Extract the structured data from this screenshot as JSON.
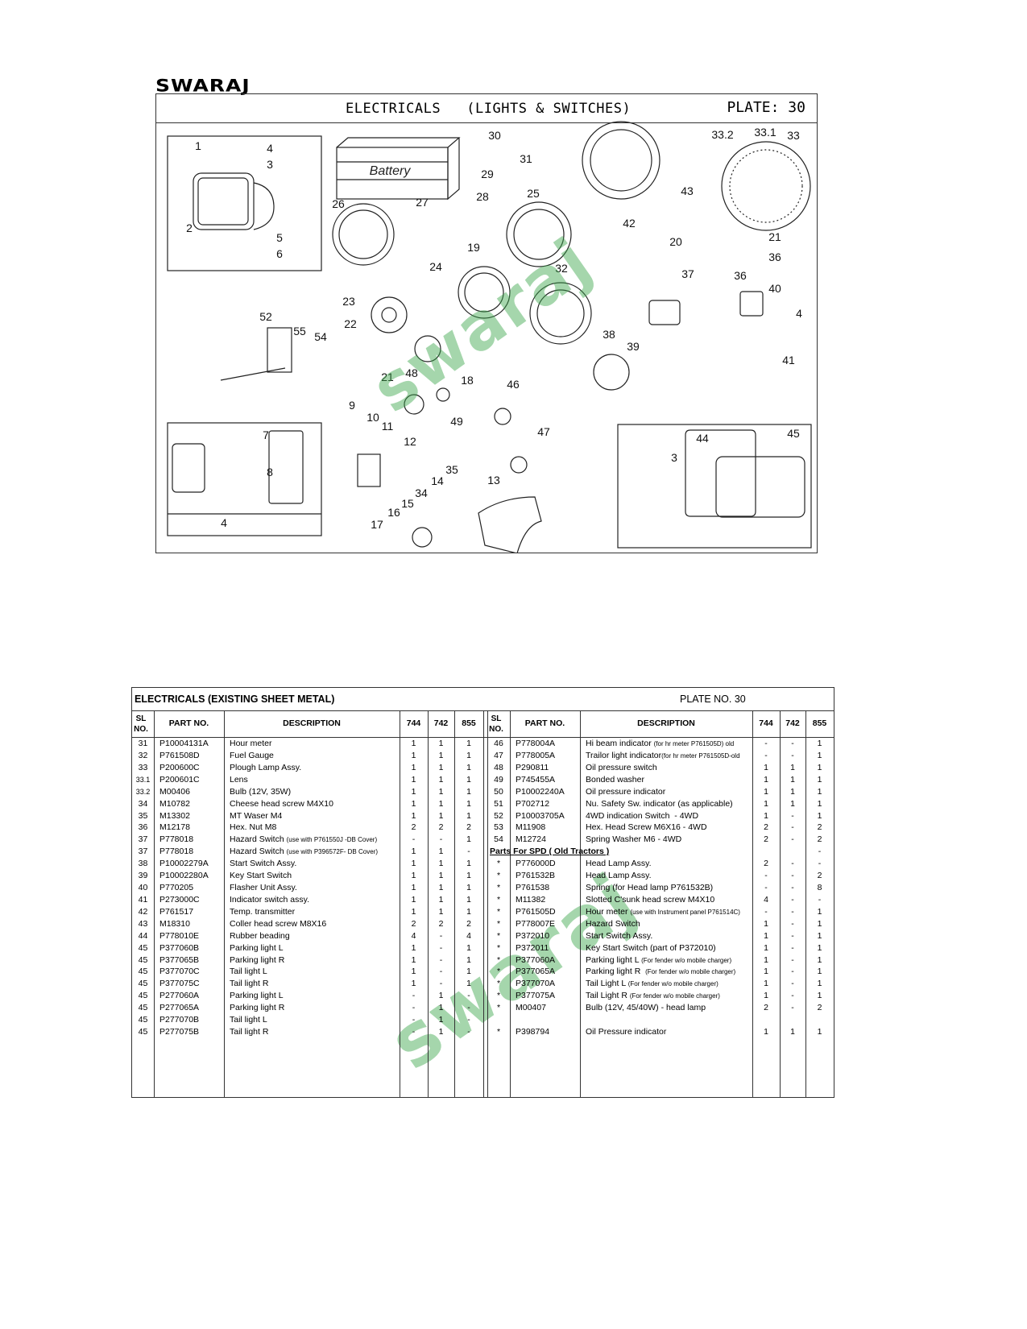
{
  "logo": "SWARAJ",
  "plate": {
    "title": "ELECTRICALS   (LIGHTS & SWITCHES)",
    "plate_label": "PLATE: 30",
    "battery_label": "Battery",
    "watermark": "swaraj",
    "callouts": [
      "1",
      "4",
      "3",
      "2",
      "5",
      "6",
      "30",
      "29",
      "28",
      "27",
      "26",
      "31",
      "25",
      "33.2",
      "33.1",
      "33",
      "43",
      "42",
      "20",
      "21",
      "36",
      "36",
      "37",
      "40",
      "4",
      "41",
      "24",
      "19",
      "32",
      "23",
      "52",
      "55",
      "54",
      "22",
      "21",
      "48",
      "18",
      "38",
      "39",
      "46",
      "49",
      "9",
      "10",
      "11",
      "12",
      "7",
      "8",
      "4",
      "35",
      "14",
      "34",
      "15",
      "16",
      "17",
      "13",
      "47",
      "44",
      "45",
      "3"
    ]
  },
  "table": {
    "title": "ELECTRICALS (EXISTING SHEET METAL)",
    "plate_no": "PLATE NO. 30",
    "watermark": "swaraj",
    "headers": {
      "sl": "SL NO.",
      "part": "PART NO.",
      "desc": "DESCRIPTION",
      "m1": "744",
      "m2": "742",
      "m3": "855"
    },
    "left_rows": [
      {
        "sl": "31",
        "part": "P10004131A",
        "desc": "Hour meter",
        "note": "",
        "q": [
          "1",
          "1",
          "1"
        ]
      },
      {
        "sl": "32",
        "part": "P761508D",
        "desc": "Fuel Gauge",
        "note": "",
        "q": [
          "1",
          "1",
          "1"
        ]
      },
      {
        "sl": "33",
        "part": "P200600C",
        "desc": "Plough Lamp Assy.",
        "note": "",
        "q": [
          "1",
          "1",
          "1"
        ]
      },
      {
        "sl": "33.1",
        "part": "P200601C",
        "desc": "Lens",
        "note": "",
        "q": [
          "1",
          "1",
          "1"
        ]
      },
      {
        "sl": "33.2",
        "part": "M00406",
        "desc": "Bulb (12V, 35W)",
        "note": "",
        "q": [
          "1",
          "1",
          "1"
        ]
      },
      {
        "sl": "34",
        "part": "M10782",
        "desc": "Cheese head screw M4X10",
        "note": "",
        "q": [
          "1",
          "1",
          "1"
        ]
      },
      {
        "sl": "35",
        "part": "M13302",
        "desc": "MT Waser M4",
        "note": "",
        "q": [
          "1",
          "1",
          "1"
        ]
      },
      {
        "sl": "36",
        "part": "M12178",
        "desc": "Hex. Nut M8",
        "note": "",
        "q": [
          "2",
          "2",
          "2"
        ]
      },
      {
        "sl": "37",
        "part": "P778018",
        "desc": "Hazard Switch ",
        "note": "(use with P761550J -DB Cover)",
        "q": [
          "-",
          "-",
          "1"
        ]
      },
      {
        "sl": "37",
        "part": "P778018",
        "desc": "Hazard Switch ",
        "note": "(use with P396572F- DB Cover)",
        "q": [
          "1",
          "1",
          "-"
        ]
      },
      {
        "sl": "38",
        "part": "P10002279A",
        "desc": "Start Switch Assy.",
        "note": "",
        "q": [
          "1",
          "1",
          "1"
        ]
      },
      {
        "sl": "39",
        "part": "P10002280A",
        "desc": "Key Start Switch",
        "note": "",
        "q": [
          "1",
          "1",
          "1"
        ]
      },
      {
        "sl": "40",
        "part": "P770205",
        "desc": "Flasher Unit Assy.",
        "note": "",
        "q": [
          "1",
          "1",
          "1"
        ]
      },
      {
        "sl": "41",
        "part": "P273000C",
        "desc": "Indicator switch assy.",
        "note": "",
        "q": [
          "1",
          "1",
          "1"
        ]
      },
      {
        "sl": "42",
        "part": "P761517",
        "desc": "Temp. transmitter",
        "note": "",
        "q": [
          "1",
          "1",
          "1"
        ]
      },
      {
        "sl": "43",
        "part": "M18310",
        "desc": "Coller head screw M8X16",
        "note": "",
        "q": [
          "2",
          "2",
          "2"
        ]
      },
      {
        "sl": "44",
        "part": "P778010E",
        "desc": "Rubber beading",
        "note": "",
        "q": [
          "4",
          "-",
          "4"
        ]
      },
      {
        "sl": "45",
        "part": "P377060B",
        "desc": "Parking light L",
        "note": "",
        "q": [
          "1",
          "-",
          "1"
        ]
      },
      {
        "sl": "45",
        "part": "P377065B",
        "desc": "Parking light R",
        "note": "",
        "q": [
          "1",
          "-",
          "1"
        ]
      },
      {
        "sl": "45",
        "part": "P377070C",
        "desc": "Tail light L",
        "note": "",
        "q": [
          "1",
          "-",
          "1"
        ]
      },
      {
        "sl": "45",
        "part": "P377075C",
        "desc": "Tail light R",
        "note": "",
        "q": [
          "1",
          "-",
          "1"
        ]
      },
      {
        "sl": "45",
        "part": "P277060A",
        "desc": "Parking light L",
        "note": "",
        "q": [
          "-",
          "1",
          "-"
        ]
      },
      {
        "sl": "45",
        "part": "P277065A",
        "desc": "Parking light R",
        "note": "",
        "q": [
          "-",
          "1",
          "-"
        ]
      },
      {
        "sl": "45",
        "part": "P277070B",
        "desc": "Tail light L",
        "note": "",
        "q": [
          "-",
          "1",
          "-"
        ]
      },
      {
        "sl": "45",
        "part": "P277075B",
        "desc": "Tail light R",
        "note": "",
        "q": [
          "-",
          "1",
          "-"
        ]
      }
    ],
    "right_rows": [
      {
        "sl": "46",
        "part": "P778004A",
        "desc": "Hi beam indicator ",
        "note": "(for hr meter P761505D) old",
        "q": [
          "-",
          "-",
          "1"
        ]
      },
      {
        "sl": "47",
        "part": "P778005A",
        "desc": "Trailor light indicator",
        "note": "(for hr meter P761505D-old",
        "q": [
          "-",
          "-",
          "1"
        ]
      },
      {
        "sl": "48",
        "part": "P290811",
        "desc": "Oil pressure switch",
        "note": "",
        "q": [
          "1",
          "1",
          "1"
        ]
      },
      {
        "sl": "49",
        "part": "P745455A",
        "desc": "Bonded washer",
        "note": "",
        "q": [
          "1",
          "1",
          "1"
        ]
      },
      {
        "sl": "50",
        "part": "P10002240A",
        "desc": "Oil pressure indicator",
        "note": "",
        "q": [
          "1",
          "1",
          "1"
        ]
      },
      {
        "sl": "51",
        "part": "P702712",
        "desc": "Nu. Safety Sw. indicator (as applicable)",
        "note": "",
        "q": [
          "1",
          "1",
          "1"
        ]
      },
      {
        "sl": "52",
        "part": "P10003705A",
        "desc": "4WD indication Switch  - 4WD",
        "note": "",
        "q": [
          "1",
          "-",
          "1"
        ]
      },
      {
        "sl": "53",
        "part": "M11908",
        "desc": "Hex. Head Screw M6X16 - 4WD",
        "note": "",
        "q": [
          "2",
          "-",
          "2"
        ]
      },
      {
        "sl": "54",
        "part": "M12724",
        "desc": "Spring Washer M6 - 4WD",
        "note": "",
        "q": [
          "2",
          "-",
          "2"
        ]
      },
      {
        "section": "Parts For SPD ( Old Tractors )",
        "q": [
          "",
          "",
          "-"
        ]
      },
      {
        "sl": "*",
        "part": "P776000D",
        "desc": "Head Lamp Assy.",
        "note": "",
        "q": [
          "2",
          "-",
          "-"
        ]
      },
      {
        "sl": "*",
        "part": "P761532B",
        "desc": "Head Lamp Assy.",
        "note": "",
        "q": [
          "-",
          "-",
          "2"
        ]
      },
      {
        "sl": "*",
        "part": "P761538",
        "desc": "Spring (for Head lamp P761532B)",
        "note": "",
        "q": [
          "-",
          "-",
          "8"
        ]
      },
      {
        "sl": "*",
        "part": "M11382",
        "desc": "Slotted C'sunk head screw M4X10",
        "note": "",
        "q": [
          "4",
          "-",
          "-"
        ]
      },
      {
        "sl": "*",
        "part": "P761505D",
        "desc": "Hour meter ",
        "note": "(use with Instrument panel P761514C)",
        "q": [
          "-",
          "-",
          "1"
        ]
      },
      {
        "sl": "*",
        "part": "P778007E",
        "desc": "Hazard Switch",
        "note": "",
        "q": [
          "1",
          "-",
          "1"
        ]
      },
      {
        "sl": "*",
        "part": "P372010",
        "desc": "Start Switch Assy.",
        "note": "",
        "q": [
          "1",
          "-",
          "1"
        ]
      },
      {
        "sl": "*",
        "part": "P372011",
        "desc": "Key Start Switch (part of P372010)",
        "note": "",
        "q": [
          "1",
          "-",
          "1"
        ]
      },
      {
        "sl": "*",
        "part": "P377060A",
        "desc": "Parking light L ",
        "note": "(For fender w/o mobile charger)",
        "q": [
          "1",
          "-",
          "1"
        ]
      },
      {
        "sl": "*",
        "part": "P377065A",
        "desc": "Parking light R  ",
        "note": "(For fender w/o mobile charger)",
        "q": [
          "1",
          "-",
          "1"
        ]
      },
      {
        "sl": "*",
        "part": "P377070A",
        "desc": "Tail Light L ",
        "note": "(For fender w/o mobile charger)",
        "q": [
          "1",
          "-",
          "1"
        ]
      },
      {
        "sl": "*",
        "part": "P377075A",
        "desc": "Tail Light R ",
        "note": "(For fender w/o mobile charger)",
        "q": [
          "1",
          "-",
          "1"
        ]
      },
      {
        "sl": "*",
        "part": "M00407",
        "desc": "Bulb (12V, 45/40W) - head lamp",
        "note": "",
        "q": [
          "2",
          "-",
          "2"
        ]
      },
      {
        "blank": true
      },
      {
        "sl": "*",
        "part": "P398794",
        "desc": "Oil Pressure indicator",
        "note": "",
        "q": [
          "1",
          "1",
          "1"
        ]
      }
    ]
  }
}
